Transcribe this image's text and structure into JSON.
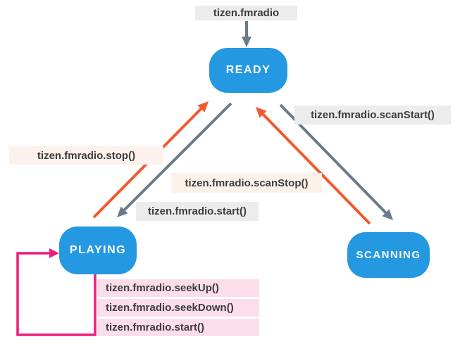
{
  "colors": {
    "state_fill": "#2598e2",
    "state_text": "#ffffff",
    "gray_arrow": "#6b7a89",
    "orange_arrow": "#f2592e",
    "magenta_arrow": "#ed1c7c",
    "gray_label_bg": "#ececec",
    "peach_label_bg": "#fdf1ec",
    "pink_label_bg": "#fcdeea",
    "label_text": "#3d3d3d",
    "canvas_bg": "#ffffff"
  },
  "module_label": "tizen.fmradio",
  "states": {
    "ready": "READY",
    "playing": "PLAYING",
    "scanning": "SCANNING"
  },
  "transitions": {
    "stop": {
      "label": "tizen.fmradio.stop()",
      "from": "PLAYING",
      "to": "READY"
    },
    "start": {
      "label": "tizen.fmradio.start()",
      "from": "READY",
      "to": "PLAYING"
    },
    "scan_start": {
      "label": "tizen.fmradio.scanStart()",
      "from": "READY",
      "to": "SCANNING"
    },
    "scan_stop": {
      "label": "tizen.fmradio.scanStop()",
      "from": "SCANNING",
      "to": "READY"
    },
    "seek_up": {
      "label": "tizen.fmradio.seekUp()",
      "from": "PLAYING",
      "to": "PLAYING"
    },
    "seek_down": {
      "label": "tizen.fmradio.seekDown()",
      "from": "PLAYING",
      "to": "PLAYING"
    },
    "self_start": {
      "label": "tizen.fmradio.start()",
      "from": "PLAYING",
      "to": "PLAYING"
    }
  },
  "entry": {
    "to": "READY"
  }
}
